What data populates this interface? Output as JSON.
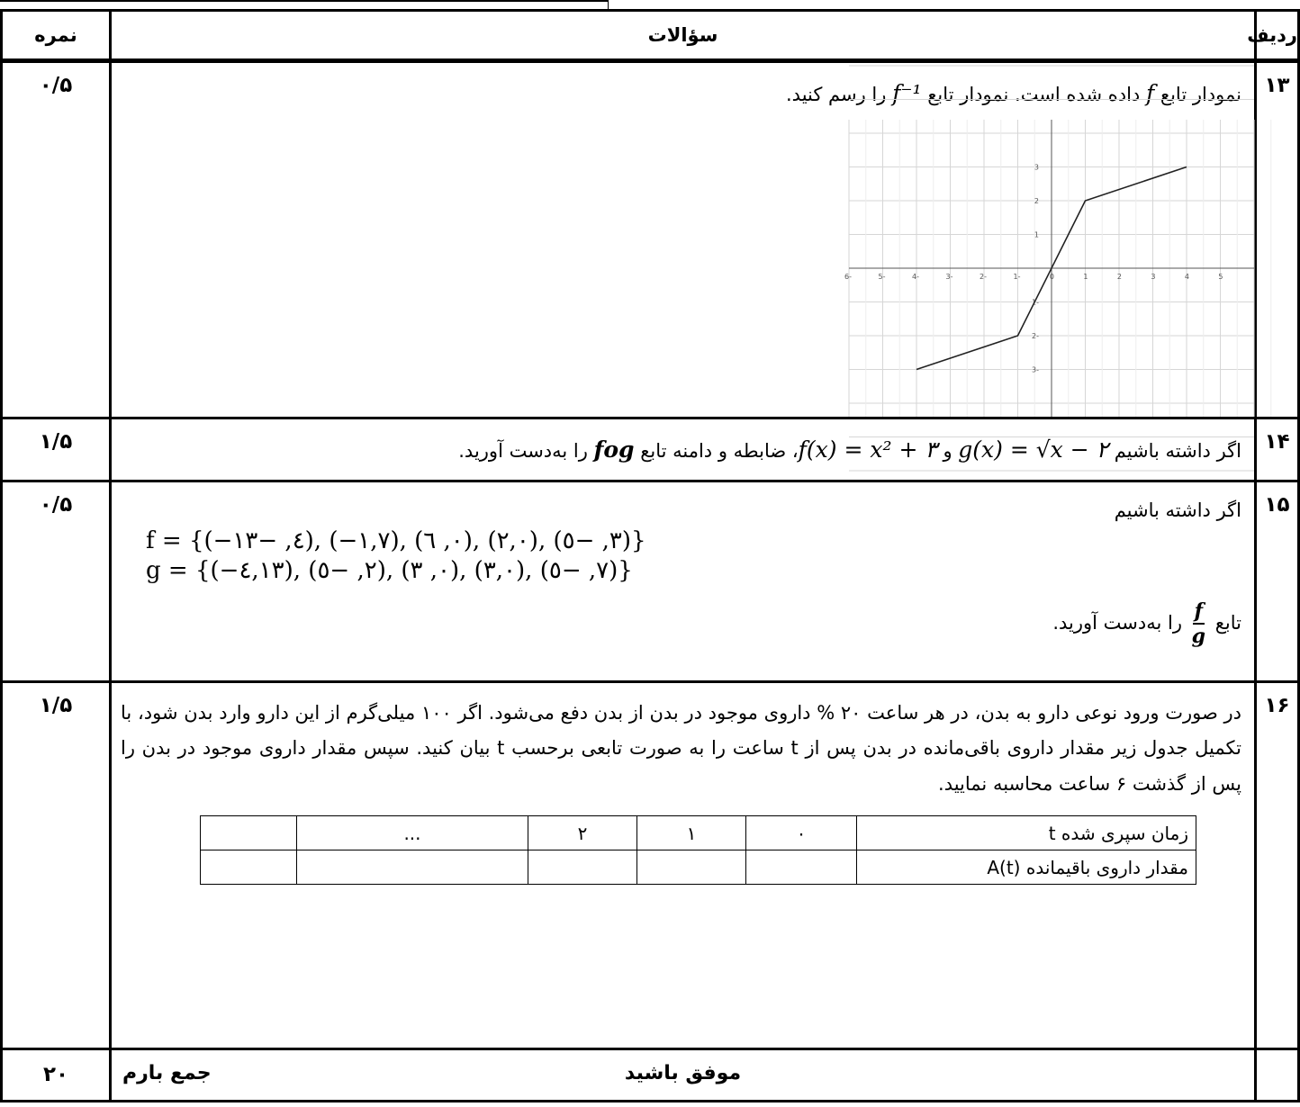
{
  "header": {
    "score_label": "نمره",
    "questions_label": "سؤالات",
    "row_label": "ردیف"
  },
  "questions": [
    {
      "number": "۱۳",
      "score": "۰/۵",
      "text_a": "نمودار تابع ",
      "var_f": "f",
      "text_b": " داده شده است. نمودار تابع ",
      "finv": "f⁻¹",
      "text_c": " را رسم کنید."
    },
    {
      "number": "۱۴",
      "score": "۱/۵",
      "text_a": "اگر داشته باشیم ",
      "g_formula": "g(x) = √x − ۲",
      "and": " و ",
      "f_formula": "f(x) = x² + ۳",
      "text_b": "، ضابطه و دامنه تابع ",
      "fog": "fog",
      "text_c": " را به‌دست آورید."
    },
    {
      "number": "۱۵",
      "score": "۰/۵",
      "intro": "اگر داشته باشیم",
      "f_set": "f = {(−٤, −١٣), (−١,٧), (٠, ٦), (٢,٠), (٣, −٥)}",
      "g_set": "g = {(−٤,١٣), (٢, −٥), (٠, ٣), (٣,٠), (٧, −٥)}",
      "frac_num": "f",
      "frac_den": "g",
      "text_a": "تابع ",
      "text_b": " را به‌دست آورید."
    },
    {
      "number": "۱۶",
      "score": "۱/۵",
      "paragraph": "در صورت ورود نوعی دارو به بدن، در هر ساعت ۲۰ % داروی موجود در بدن از بدن دفع می‌شود. اگر ۱۰۰ میلی‌گرم از این دارو وارد بدن شود، با تکمیل جدول زیر مقدار داروی باقی‌مانده در بدن پس از t ساعت را به صورت تابعی برحسب t بیان کنید. سپس مقدار داروی موجود در بدن را پس از گذشت ۶ ساعت محاسبه نمایید.",
      "table": {
        "row1": [
          "زمان سپری شده t",
          "۰",
          "۱",
          "۲",
          "...",
          ""
        ],
        "row2": [
          "مقدار داروی باقیمانده A(t)",
          "",
          "",
          "",
          "",
          ""
        ]
      }
    }
  ],
  "footer": {
    "total_score": "۲۰",
    "total_label": "جمع بارم",
    "wish": "موفق باشید"
  },
  "graph": {
    "x_ticks": [
      "-6",
      "-5",
      "-4",
      "-3",
      "-2",
      "-1",
      "0",
      "1",
      "2",
      "3",
      "4",
      "5"
    ],
    "y_ticks": [
      "3",
      "2",
      "1",
      "-1",
      "-2",
      "-3"
    ],
    "polyline": [
      [
        -4,
        -3
      ],
      [
        -1,
        -2
      ],
      [
        1,
        2
      ],
      [
        4,
        3
      ]
    ]
  }
}
